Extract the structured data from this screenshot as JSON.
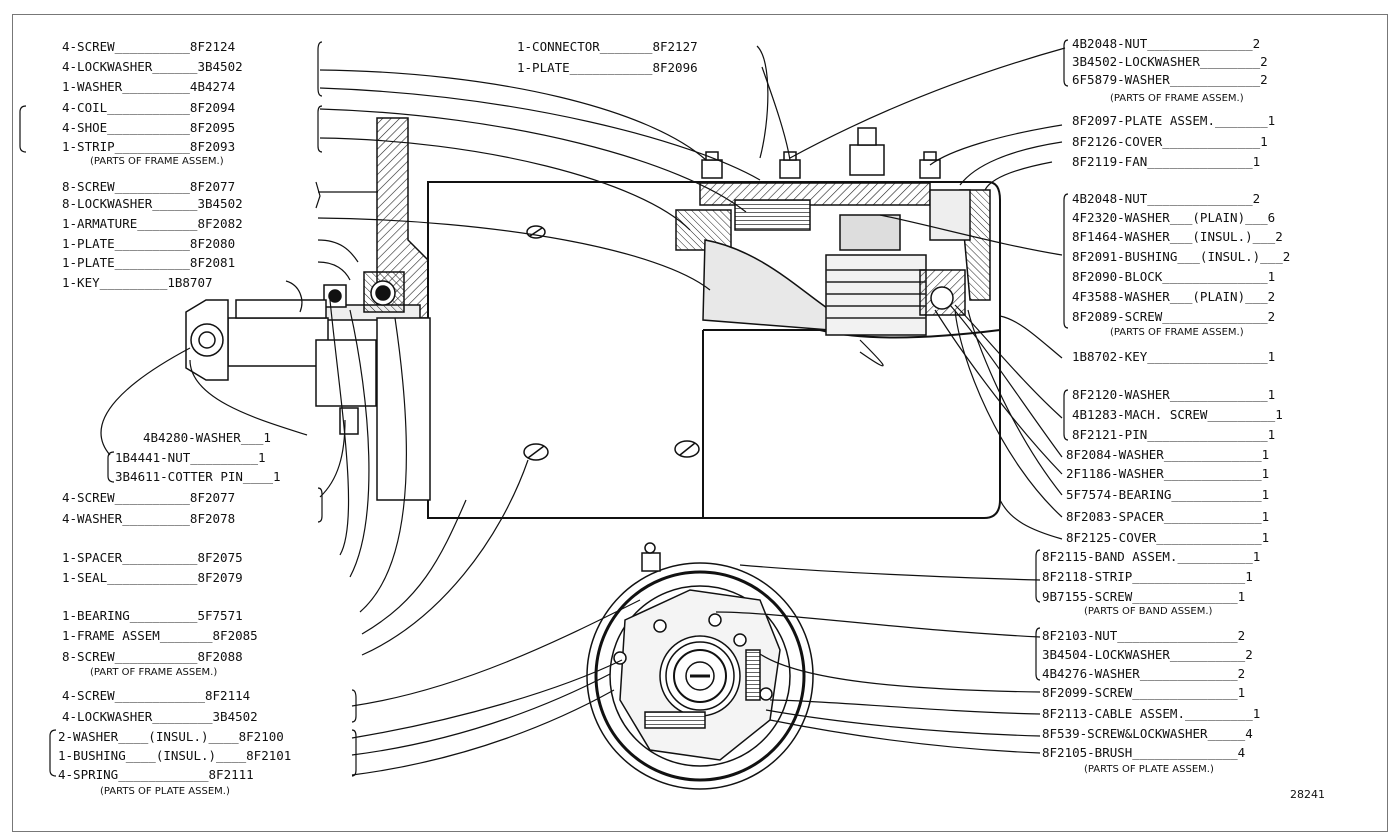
{
  "figure_number": "28241",
  "left_labels": [
    "4-SCREW__________8F2124",
    "4-LOCKWASHER______3B4502",
    "1-WASHER_________4B4274",
    "4-COIL___________8F2094",
    "4-SHOE___________8F2095",
    "1-STRIP__________8F2093",
    "8-SCREW__________8F2077",
    "8-LOCKWASHER______3B4502",
    "1-ARMATURE________8F2082",
    "1-PLATE__________8F2080",
    "1-PLATE__________8F2081",
    "1-KEY_________1B8707",
    "4B4280-WASHER___1",
    "1B4441-NUT_________1",
    "3B4611-COTTER PIN____1",
    "4-SCREW__________8F2077",
    "4-WASHER_________8F2078",
    "1-SPACER__________8F2075",
    "1-SEAL____________8F2079",
    "1-BEARING_________5F7571",
    "1-FRAME ASSEM_______8F2085",
    "8-SCREW___________8F2088",
    "4-SCREW____________8F2114",
    "4-LOCKWASHER________3B4502",
    "2-WASHER____(INSUL.)____8F2100",
    "1-BUSHING____(INSUL.)____8F2101",
    "4-SPRING____________8F2111"
  ],
  "left_notes": [
    "(PARTS OF FRAME ASSEM.)",
    "(PART OF FRAME ASSEM.)",
    "(PARTS OF PLATE ASSEM.)"
  ],
  "top_labels": [
    "1-CONNECTOR_______8F2127",
    "1-PLATE___________8F2096"
  ],
  "right_labels": [
    "4B2048-NUT______________2",
    "3B4502-LOCKWASHER________2",
    "6F5879-WASHER____________2",
    "8F2097-PLATE ASSEM._______1",
    "8F2126-COVER_____________1",
    "8F2119-FAN______________1",
    "4B2048-NUT______________2",
    "4F2320-WASHER___(PLAIN)___6",
    "8F1464-WASHER___(INSUL.)___2",
    "8F2091-BUSHING___(INSUL.)___2",
    "8F2090-BLOCK______________1",
    "4F3588-WASHER___(PLAIN)___2",
    "8F2089-SCREW______________2",
    "1B8702-KEY________________1",
    "8F2120-WASHER_____________1",
    "4B1283-MACH. SCREW_________1",
    "8F2121-PIN________________1",
    "8F2084-WASHER_____________1",
    "2F1186-WASHER_____________1",
    "5F7574-BEARING____________1",
    "8F2083-SPACER_____________1",
    "8F2125-COVER______________1",
    "8F2115-BAND ASSEM.__________1",
    "8F2118-STRIP_______________1",
    "9B7155-SCREW______________1",
    "8F2103-NUT________________2",
    "3B4504-LOCKWASHER__________2",
    "4B4276-WASHER_____________2",
    "8F2099-SCREW______________1",
    "8F2113-CABLE ASSEM._________1",
    "8F539-SCREW&LOCKWASHER_____4",
    "8F2105-BRUSH______________4"
  ],
  "right_notes": [
    "(PARTS OF FRAME ASSEM.)",
    "(PARTS OF FRAME ASSEM.)",
    "(PARTS OF BAND ASSEM.)",
    "(PARTS OF PLATE ASSEM.)"
  ]
}
